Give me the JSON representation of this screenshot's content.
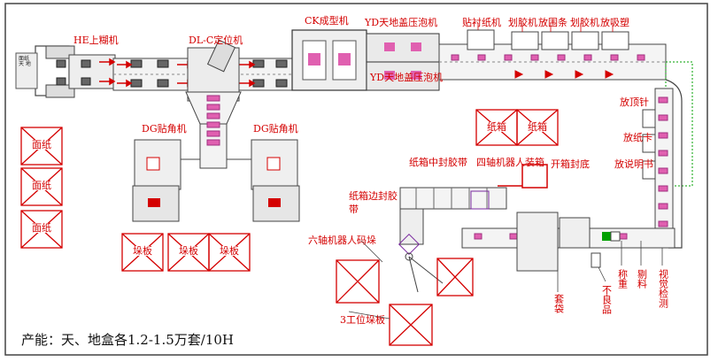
{
  "machines": {
    "he": "HE上糊机",
    "dlc": "DL-C定位机",
    "ck": "CK成型机",
    "yd_top": "YD天地盖压泡机",
    "yd_bottom": "YD天地盖压泡机",
    "dg_left": "DG贴角机",
    "dg_right": "DG贴角机",
    "liner": "贴衬纸机",
    "glue1": "划胶机",
    "ribbon": "放围条",
    "glue2": "划胶机",
    "tray": "放吸塑",
    "tape_mid": "纸箱中封胶带",
    "robot4": "四轴机器人装箱",
    "open_bottom": "开箱封底",
    "tape_side": "纸箱边封胶带",
    "robot6": "六轴机器人码垛",
    "pallet3": "3工位垛板",
    "put_pin": "放顶针",
    "put_card": "放纸卡",
    "put_manual": "放说明书"
  },
  "bottom_stations": {
    "bagging": "套袋",
    "reject": "不良品",
    "weigh": "称重",
    "label": "剔料",
    "vision": "视觉检测"
  },
  "areas": {
    "paper": "面纸",
    "pallet": "垛板",
    "carton": "纸箱"
  },
  "feeder_side_text": "面纸 天 地",
  "capacity": "产能：天、地盒各1.2-1.5万套/10H",
  "colors": {
    "accent": "#d40000",
    "machine": "#333333",
    "zone": "#00a000"
  }
}
